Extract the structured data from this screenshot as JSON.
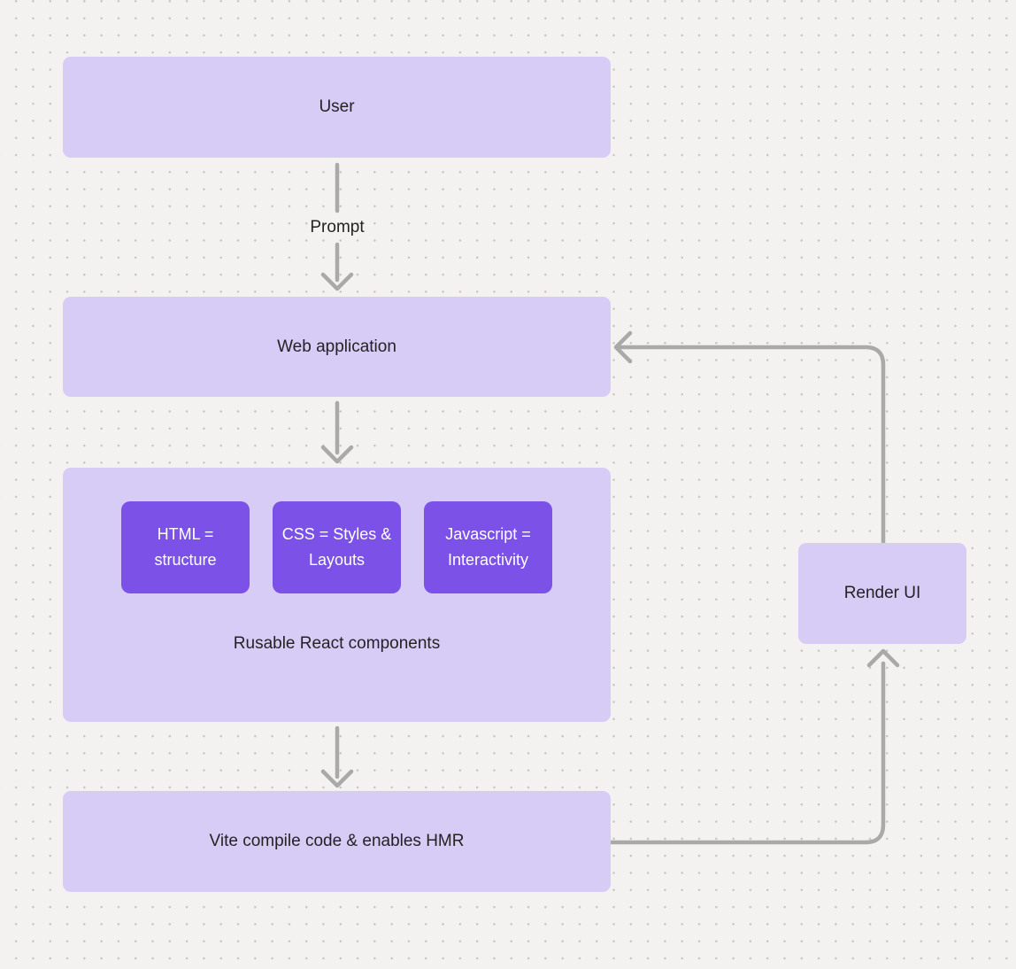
{
  "canvas": {
    "background": "#f3f2f1",
    "dot_color": "#c6c6c6"
  },
  "colors": {
    "node_fill": "#d7ccf6",
    "chip_fill": "#7b51e8",
    "chip_text": "#ffffff",
    "node_text": "#232323",
    "connector": "#a9a9a9"
  },
  "nodes": {
    "user": {
      "label": "User"
    },
    "web_application": {
      "label": "Web application"
    },
    "components_group": {
      "caption": "Rusable React components",
      "chips": [
        {
          "label": "HTML = structure"
        },
        {
          "label": "CSS = Styles & Layouts"
        },
        {
          "label": "Javascript = Interactivity"
        }
      ]
    },
    "vite": {
      "label": "Vite compile code & enables HMR"
    },
    "render_ui": {
      "label": "Render UI"
    }
  },
  "edges": {
    "user_to_webapp_label": "Prompt"
  }
}
